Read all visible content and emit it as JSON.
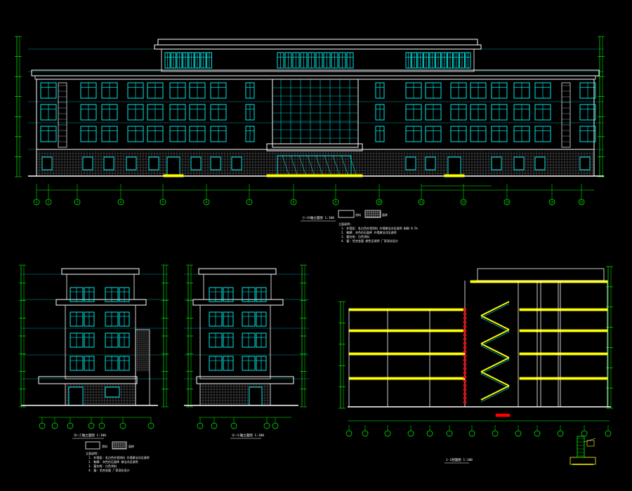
{
  "drawing": {
    "background": "#000000",
    "colors": {
      "outline": "#ffffff",
      "window": "#00ffff",
      "dimension": "#00ff00",
      "slab": "#ffff00",
      "red_detail": "#ff0000",
      "grid_fill": "#808080"
    }
  },
  "front_elevation": {
    "grid_axes": [
      "1",
      "2",
      "3",
      "4",
      "5",
      "6",
      "7",
      "8",
      "9",
      "10",
      "11",
      "12",
      "13",
      "14",
      "15"
    ],
    "title": "①—⑮轴立面图 1:100"
  },
  "legend": {
    "item1_label": "涂料",
    "item2_label": "面砖"
  },
  "notes": {
    "heading": "立面说明:",
    "lines": [
      "1. 外墙面: 乳白色外墙涂料 外墙做法详见说明 粉刷 0.5%",
      "2. 勒脚: 灰色仿石面砖 外墙做法详见说明",
      "3. 窗台线: 白色涂料",
      "4. 窗: 铝合金窗 颜色见说明 厂家深化设计"
    ]
  },
  "side_elevation_left": {
    "title": "⑮—①轴立面图 1:100",
    "legend": {
      "item1_label": "涂料",
      "item2_label": "面砖"
    },
    "notes": {
      "heading": "立面说明:",
      "lines": [
        "1. 外墙面: 乳白色外墙涂料 外墙做法详见说明",
        "2. 勒脚: 灰色仿石面砖 做法详见说明",
        "3. 窗台线: 白色涂料",
        "4. 窗: 铝合金窗 厂家深化设计"
      ]
    }
  },
  "side_elevation_right": {
    "title": "Ⓐ—Ⓔ轴立面图 1:100"
  },
  "section": {
    "title": "1-1剖面图 1:100"
  }
}
